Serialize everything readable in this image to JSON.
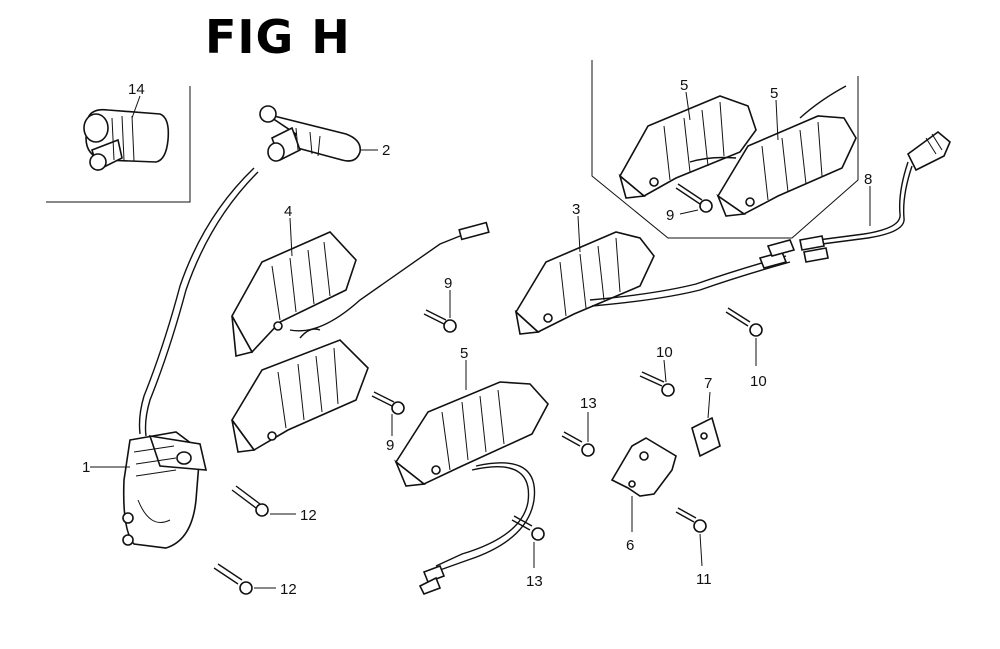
{
  "figure": {
    "title": "FIG H"
  },
  "callouts": {
    "c1": "1",
    "c2": "2",
    "c3": "3",
    "c4": "4",
    "c5a": "5",
    "c5b": "5",
    "c5c": "5",
    "c6": "6",
    "c7": "7",
    "c8": "8",
    "c9a": "9",
    "c9b": "9",
    "c9c": "9",
    "c10a": "10",
    "c10b": "10",
    "c11": "11",
    "c12a": "12",
    "c12b": "12",
    "c13a": "13",
    "c13b": "13",
    "c14": "14"
  }
}
